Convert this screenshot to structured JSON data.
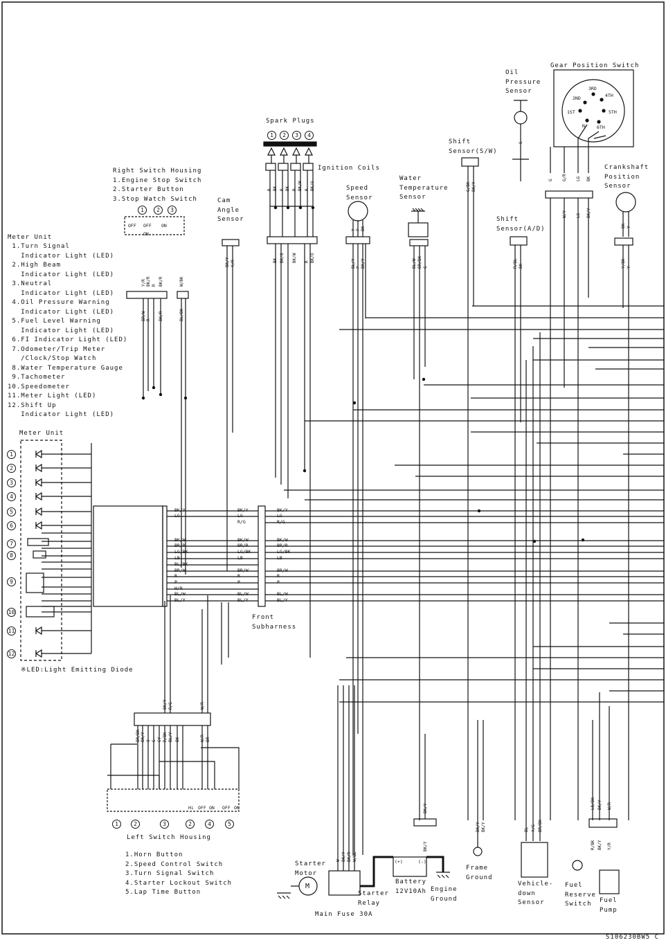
{
  "labels": {
    "gear_switch": "Gear Position Switch",
    "oil_sensor": "Oil\nPressure\nSensor",
    "spark_plugs": "Spark Plugs",
    "ignition_coils": "Ignition Coils",
    "shift_sw": "Shift\nSensor(S/W)",
    "crank": "Crankshaft\nPosition\nSensor",
    "speed": "Speed\nSensor",
    "water": "Water\nTemperature\nSensor",
    "cam": "Cam\nAngle\nSensor",
    "shift_ad": "Shift\nSensor(A/D)",
    "right_housing": "Right Switch Housing\n1.Engine Stop Switch\n2.Starter Button\n3.Stop Watch Switch",
    "meter_header": "Meter Unit",
    "meter_unit_box": "Meter Unit",
    "led_note": "※LED:Light Emitting Diode",
    "front_sub": "Front\nSubharness",
    "left_housing": "Left Switch Housing",
    "starter_motor": "Starter\nMotor",
    "starter_relay": "Starter\nRelay",
    "main_fuse": "Main Fuse 30A",
    "battery": "Battery\n12V10Ah",
    "engine_ground": "Engine\nGround",
    "frame_ground": "Frame\nGround",
    "vehicle_down": "Vehicle-\ndown\nSensor",
    "fuel_reserve": "Fuel\nReserve\nSwitch",
    "fuel_pump": "Fuel\nPump",
    "code": "S106230BW5 C",
    "battery_plus": "(+)",
    "battery_minus": "(-)",
    "motor_m": "M"
  },
  "meter_items": [
    " 1.Turn Signal\n   Indicator Light (LED)",
    " 2.High Beam\n   Indicator Light (LED)",
    " 3.Neutral\n   Indicator Light (LED)",
    " 4.Oil Pressure Warning\n   Indicator Light (LED)",
    " 5.Fuel Level Warning\n   Indicator Light (LED)",
    " 6.FI Indicator Light (LED)",
    " 7.Odometer/Trip Meter\n   /Clock/Stop Watch",
    " 8.Water Temperature Gauge",
    " 9.Tachometer",
    "10.Speedometer",
    "11.Meter Light (LED)",
    "12.Shift Up\n   Indicator Light (LED)"
  ],
  "left_switch_items": [
    "1.Horn Button",
    "2.Speed Control Switch",
    "3.Turn Signal Switch",
    "4.Starter Lockout Switch",
    "5.Lap Time Button"
  ],
  "gear_positions": [
    "1ST",
    "2ND",
    "3RD",
    "4TH",
    "5TH",
    "6TH",
    "N"
  ],
  "meter_connector_wires": [
    "BK/Y",
    "LG",
    "",
    "",
    "BK/W",
    "BR/R",
    "LG/BK",
    "LB",
    "BL/BK",
    "BR/W",
    "R",
    "P",
    "W/R",
    "BL/W",
    "BL/Y"
  ],
  "front_left_wires": [
    "BK/Y",
    "LG",
    "R/G",
    "",
    "BK/W",
    "BR/R",
    "LG/BK",
    "LB",
    "",
    "BR/W",
    "R",
    "P",
    "",
    "BL/W",
    "BL/Y"
  ],
  "front_right_wires": [
    "BK/Y",
    "LG",
    "R/G",
    "",
    "BK/W",
    "BR/R",
    "LG/BK",
    "LB",
    "",
    "BR/W",
    "R",
    "P",
    "",
    "BL/W",
    "BL/Y"
  ],
  "switch_positions": [
    "OFF",
    "OFF",
    "ON",
    "ON",
    "Hi",
    "OFF",
    "ON",
    "OFF",
    "ON"
  ],
  "vertical_wire_labels": {
    "spark": [
      "R",
      "BK",
      "R",
      "BK",
      "R",
      "BK/W",
      "R",
      "BK/O"
    ],
    "coil_lower": [
      "BK",
      "BK/G",
      "BK/W",
      "R",
      "BK/O"
    ],
    "cam": [
      "BK/Y",
      "Y/R"
    ],
    "speed": [
      "Y",
      "P",
      "BK",
      "BL/Y",
      "P",
      "BK/Y"
    ],
    "water": [
      "BL/W",
      "BR/BK",
      "G"
    ],
    "shift_sw": [
      "G/BK",
      "BK/Y"
    ],
    "shift_ad": [
      "R/BL",
      "BK"
    ],
    "gear_top": [
      "G",
      "G/R",
      "LG",
      "BK"
    ],
    "gear_bottom": [
      "W/Y",
      "LG",
      "BK/Y"
    ],
    "crank": [
      "BK",
      "Y",
      "Y/BK",
      "Y"
    ],
    "oil": [
      "G"
    ],
    "right_sw": [
      "Y/R",
      "BK/R",
      "R",
      "BK/R",
      "W/BK",
      "BR/W",
      "R",
      "BK/R",
      "BL/BK"
    ],
    "left_sw_top": [
      "BK/Y",
      "R/G",
      "W/R"
    ],
    "left_sw": [
      "BR/BK",
      "BK/Y",
      "O",
      "G",
      "GY",
      "R/BK",
      "BL/Y",
      "BK",
      "W/R",
      "BR"
    ],
    "relay": [
      "W",
      "BK/Y",
      "BK/R",
      "W/BL"
    ],
    "battery_conn": [
      "BK/Y"
    ],
    "frame": [
      "BK/Y",
      "BK/Y"
    ],
    "vehicle": [
      "BL",
      "Y/G",
      "BR/BK"
    ],
    "fuel": [
      "LB/BK",
      "BK/Y",
      "W/R",
      "R/BK",
      "BK/Y",
      "Y/R"
    ]
  }
}
